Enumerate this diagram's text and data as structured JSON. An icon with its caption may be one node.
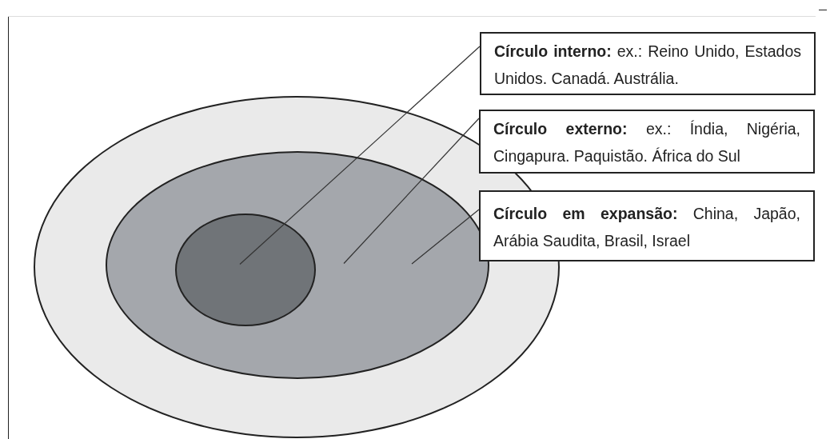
{
  "diagram": {
    "nodes": [
      {
        "text": [],
        "shape": "circle"
      },
      {
        "text": [],
        "shape": "circle",
        "in": 0
      },
      {
        "text": [],
        "shape": "circle",
        "in": 1
      },
      {
        "text": [
          "**Círculo interno:** ex.: Reino Unido, Estados Unidos. Canadá. Austrália."
        ]
      },
      {
        "text": [
          "**Círculo externo:** ex.: Índia, Nigéria, Cingapura. Paquistão. África do Sul"
        ]
      },
      {
        "text": [
          "**Círculo em expansão:** China, Japão, Arábia Saudita, Brasil, Israel"
        ]
      }
    ],
    "edges": [
      {
        "from": 3,
        "to": 2,
        "arrow": "none"
      },
      {
        "from": 4,
        "to": 1,
        "arrow": "none"
      },
      {
        "from": 5,
        "to": 0,
        "arrow": "none"
      }
    ]
  }
}
